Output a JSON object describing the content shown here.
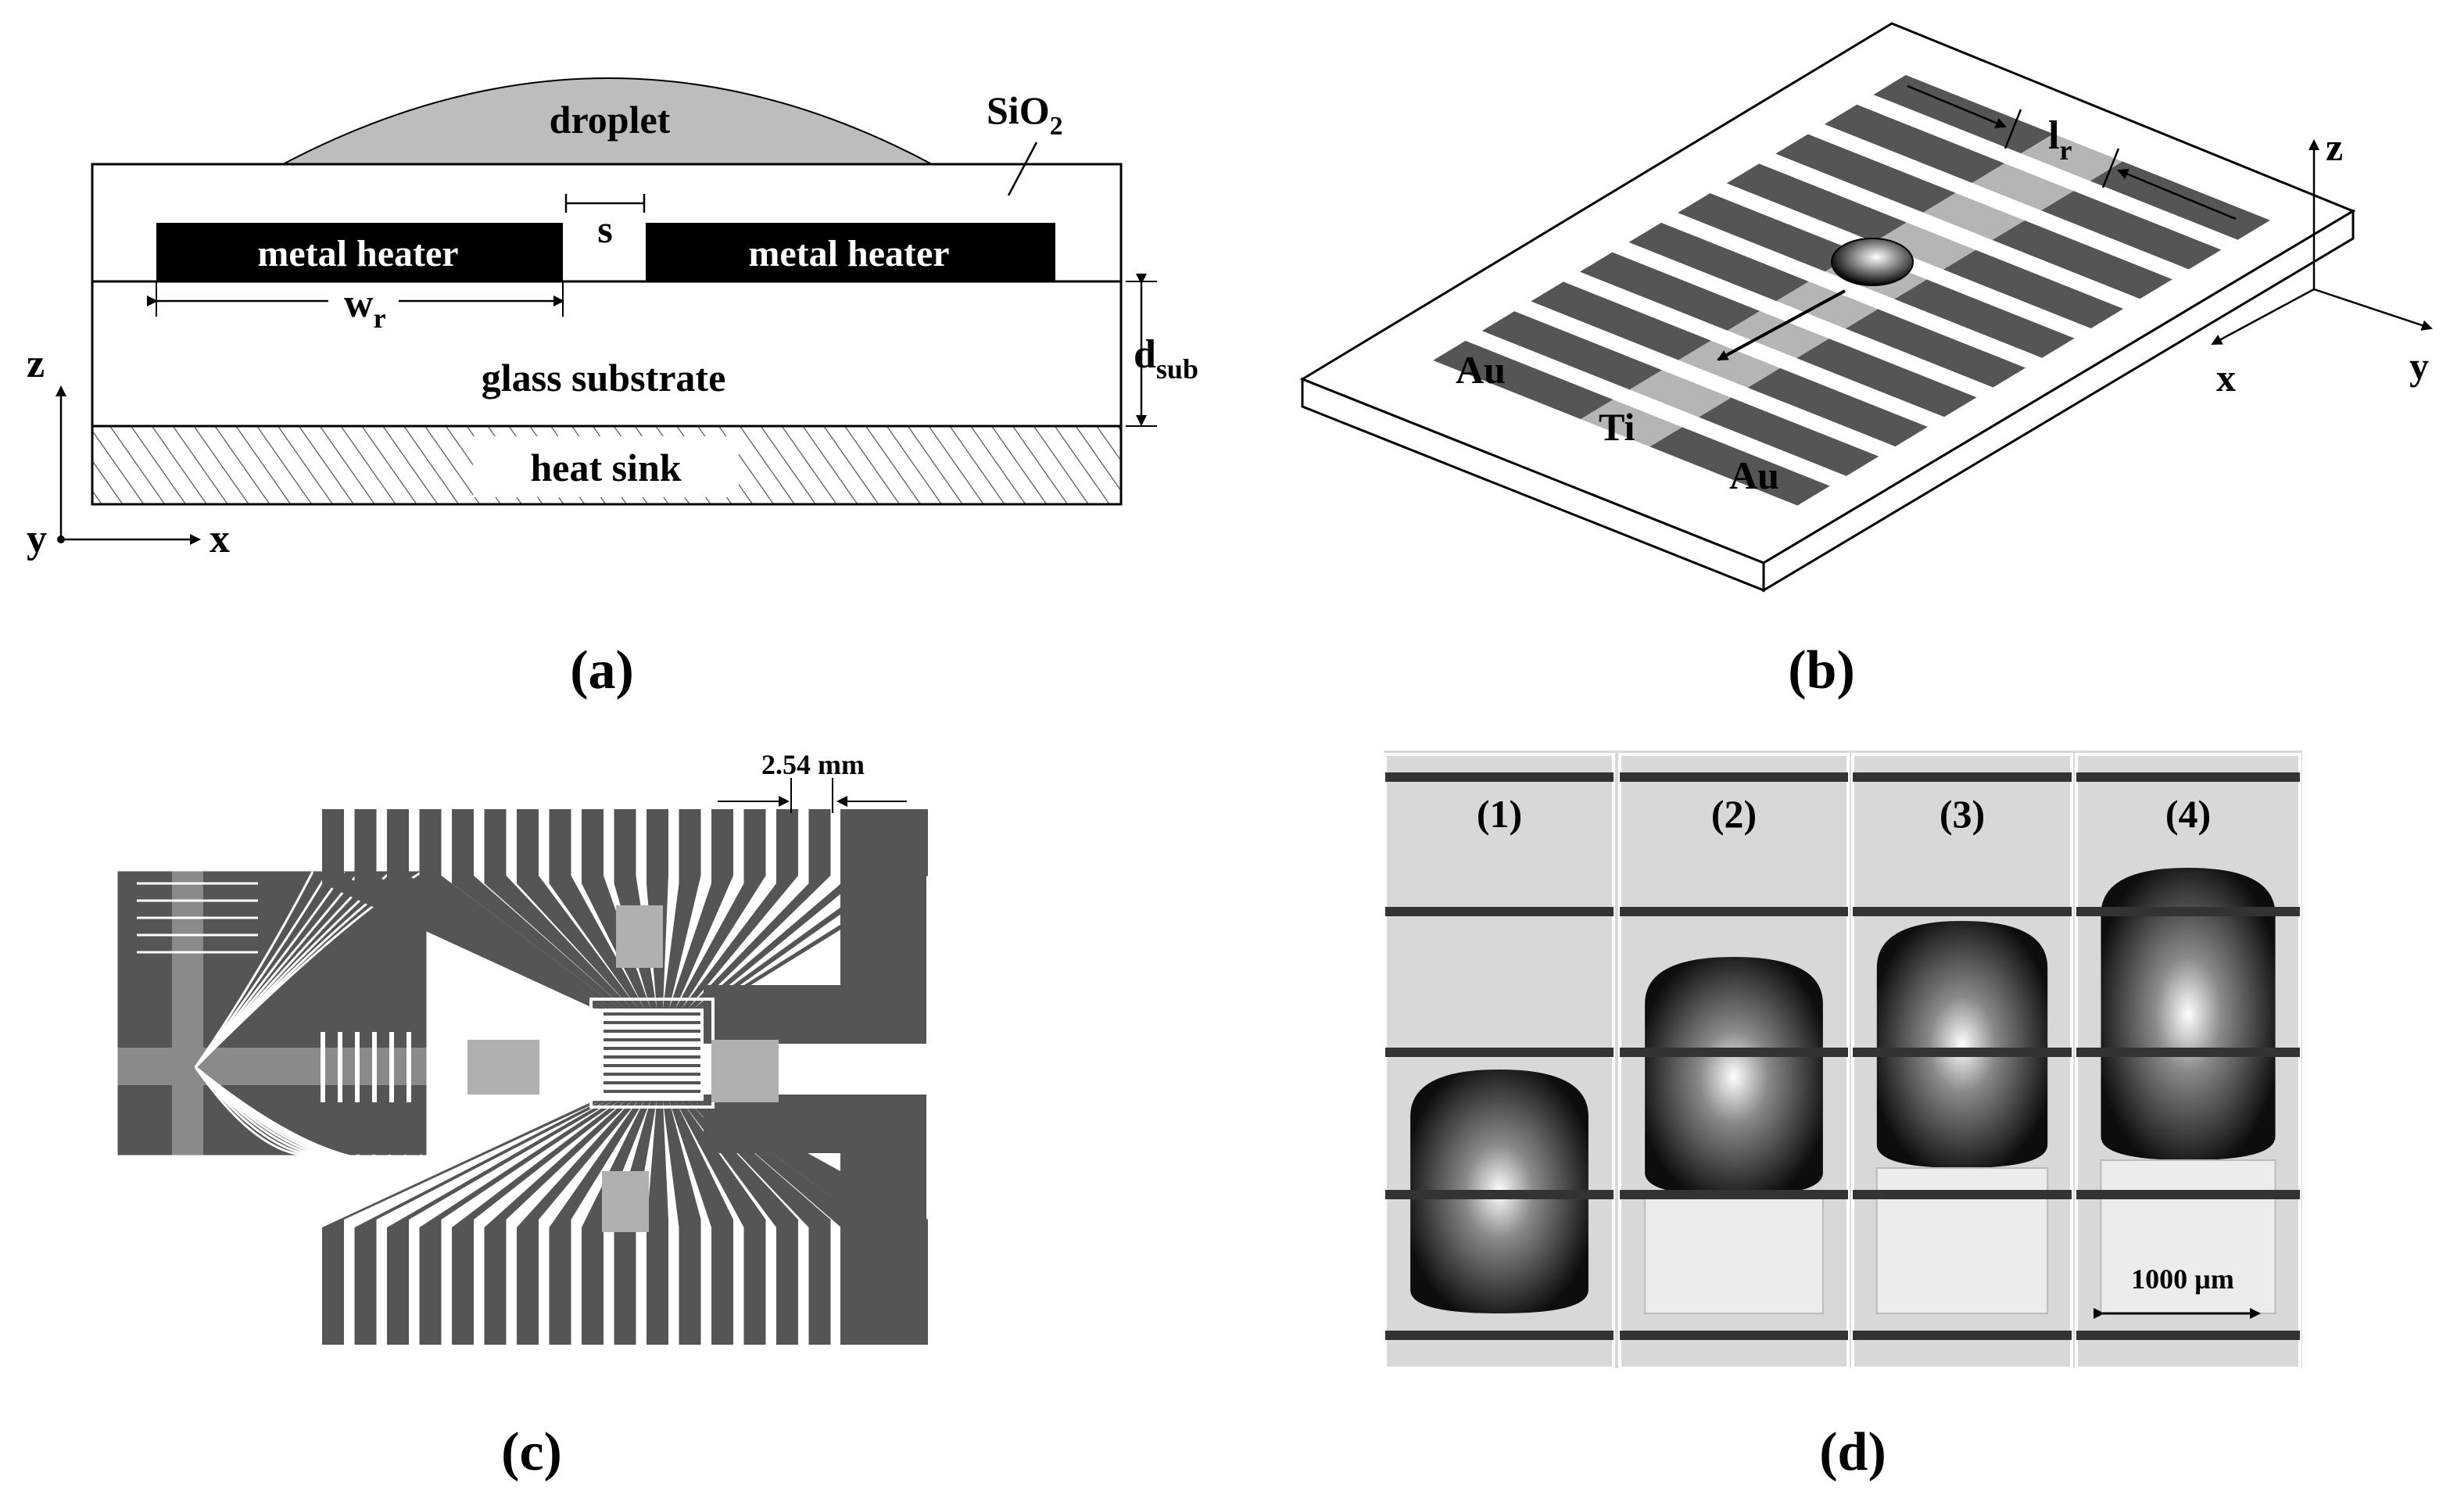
{
  "panel_a": {
    "caption": "(a)",
    "droplet": "droplet",
    "sio2_main": "SiO",
    "sio2_sub": "2",
    "heater_left": "metal heater",
    "heater_right": "metal heater",
    "gap_s": "s",
    "wr_main": "w",
    "wr_sub": "r",
    "substrate": "glass substrate",
    "dsub_main": "d",
    "dsub_sub": "sub",
    "heatsink": "heat sink",
    "axis_z": "z",
    "axis_y": "y",
    "axis_x": "x"
  },
  "panel_b": {
    "caption": "(b)",
    "au_left": "Au",
    "ti": "Ti",
    "au_bottom": "Au",
    "lr_main": "l",
    "lr_sub": "r",
    "axis_z": "z",
    "axis_x": "x",
    "axis_y": "y"
  },
  "panel_c": {
    "caption": "(c)",
    "scale": "2.54 mm"
  },
  "panel_d": {
    "caption": "(d)",
    "frames": [
      "(1)",
      "(2)",
      "(3)",
      "(4)"
    ],
    "scale": "1000 µm"
  },
  "colors": {
    "electrode": "#555555",
    "droplet_fill": "#bdbdbd",
    "ti_strip": "#b5b5b5",
    "photo_bg": "#d8d8d8"
  }
}
